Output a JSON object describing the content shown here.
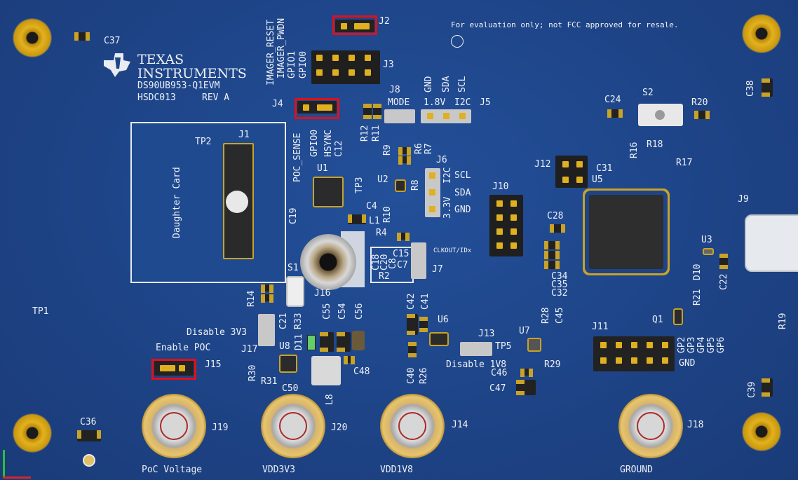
{
  "brand": {
    "company_line1": "TEXAS",
    "company_line2": "INSTRUMENTS",
    "board_name": "DS90UB953-Q1EVM",
    "part": "HSDC013",
    "rev": "REV A"
  },
  "notice": "For evaluation only; not FCC approved for resale.",
  "labels": {
    "C37": "C37",
    "J2": "J2",
    "J3": "J3",
    "IMAGER_RESET": "IMAGER_RESET",
    "IMAGER_PWDN": "IMAGER_PWDN",
    "GPIO1": "GPIO1",
    "GPIO0_top": "GPIO0",
    "J8": "J8",
    "MODE": "MODE",
    "GND_top": "GND",
    "SDA_top": "SDA",
    "SCL_top": "SCL",
    "v18": "1.8V",
    "I2C_top": "I2C",
    "J5": "J5",
    "J4": "J4",
    "POC_SENSE": "POC_SENSE",
    "GPIO0_mid": "GPIO0",
    "HSYNC": "HSYNC",
    "C12": "C12",
    "TP2": "TP2",
    "J1": "J1",
    "daughter": "Daughter Card",
    "U1": "U1",
    "TP3": "TP3",
    "C19": "C19",
    "C4": "C4",
    "L1": "L1",
    "R4": "R4",
    "R12": "R12",
    "R11": "R11",
    "R9": "R9",
    "R6": "R6",
    "R7": "R7",
    "U2": "U2",
    "R8": "R8",
    "R10": "R10",
    "J6": "J6",
    "SCL_j6": "SCL",
    "SDA_j6": "SDA",
    "GND_j6": "GND",
    "v33": "3.3V",
    "I2C_j6": "I2C",
    "J10": "J10",
    "C24": "C24",
    "S2": "S2",
    "R20": "R20",
    "C38": "C38",
    "R16": "R16",
    "R18": "R18",
    "R17": "R17",
    "J12": "J12",
    "C31": "C31",
    "U5": "U5",
    "J9": "J9",
    "C28": "C28",
    "C34": "C34",
    "C35": "C35",
    "C32": "C32",
    "U3": "U3",
    "D10": "D10",
    "C22": "C22",
    "R21": "R21",
    "Q1": "Q1",
    "R19": "R19",
    "C18": "C18",
    "C20": "C20",
    "C8": "C8",
    "C15": "C15",
    "C7": "C7",
    "R2": "R2",
    "J7": "J7",
    "clkout": "CLKOUT/IDx",
    "S1": "S1",
    "J16": "J16",
    "R14": "R14",
    "C21": "C21",
    "R33": "R33",
    "D11": "D11",
    "C55": "C55",
    "C54": "C54",
    "C56": "C56",
    "C42": "C42",
    "C41": "C41",
    "U6": "U6",
    "R28": "R28",
    "C45": "C45",
    "U7": "U7",
    "J13": "J13",
    "TP5": "TP5",
    "disable1v8": "Disable 1V8",
    "R29": "R29",
    "C46": "C46",
    "C47": "C47",
    "C40": "C40",
    "R26": "R26",
    "J11": "J11",
    "GP2": "GP2",
    "GP3": "GP3",
    "GP4": "GP4",
    "GP5": "GP5",
    "GP6": "GP6",
    "GND_j11": "GND",
    "TP1": "TP1",
    "disable3v3": "Disable 3V3",
    "enablePOC": "Enable POC",
    "J17": "J17",
    "U8": "U8",
    "J15": "J15",
    "R30": "R30",
    "R31": "R31",
    "C50": "C50",
    "L8": "L8",
    "C48": "C48",
    "C36": "C36",
    "J19": "J19",
    "J20": "J20",
    "J14": "J14",
    "J18": "J18",
    "C39": "C39",
    "poc": "PoC Voltage",
    "vdd33": "VDD3V3",
    "vdd18": "VDD1V8",
    "ground": "GROUND"
  }
}
